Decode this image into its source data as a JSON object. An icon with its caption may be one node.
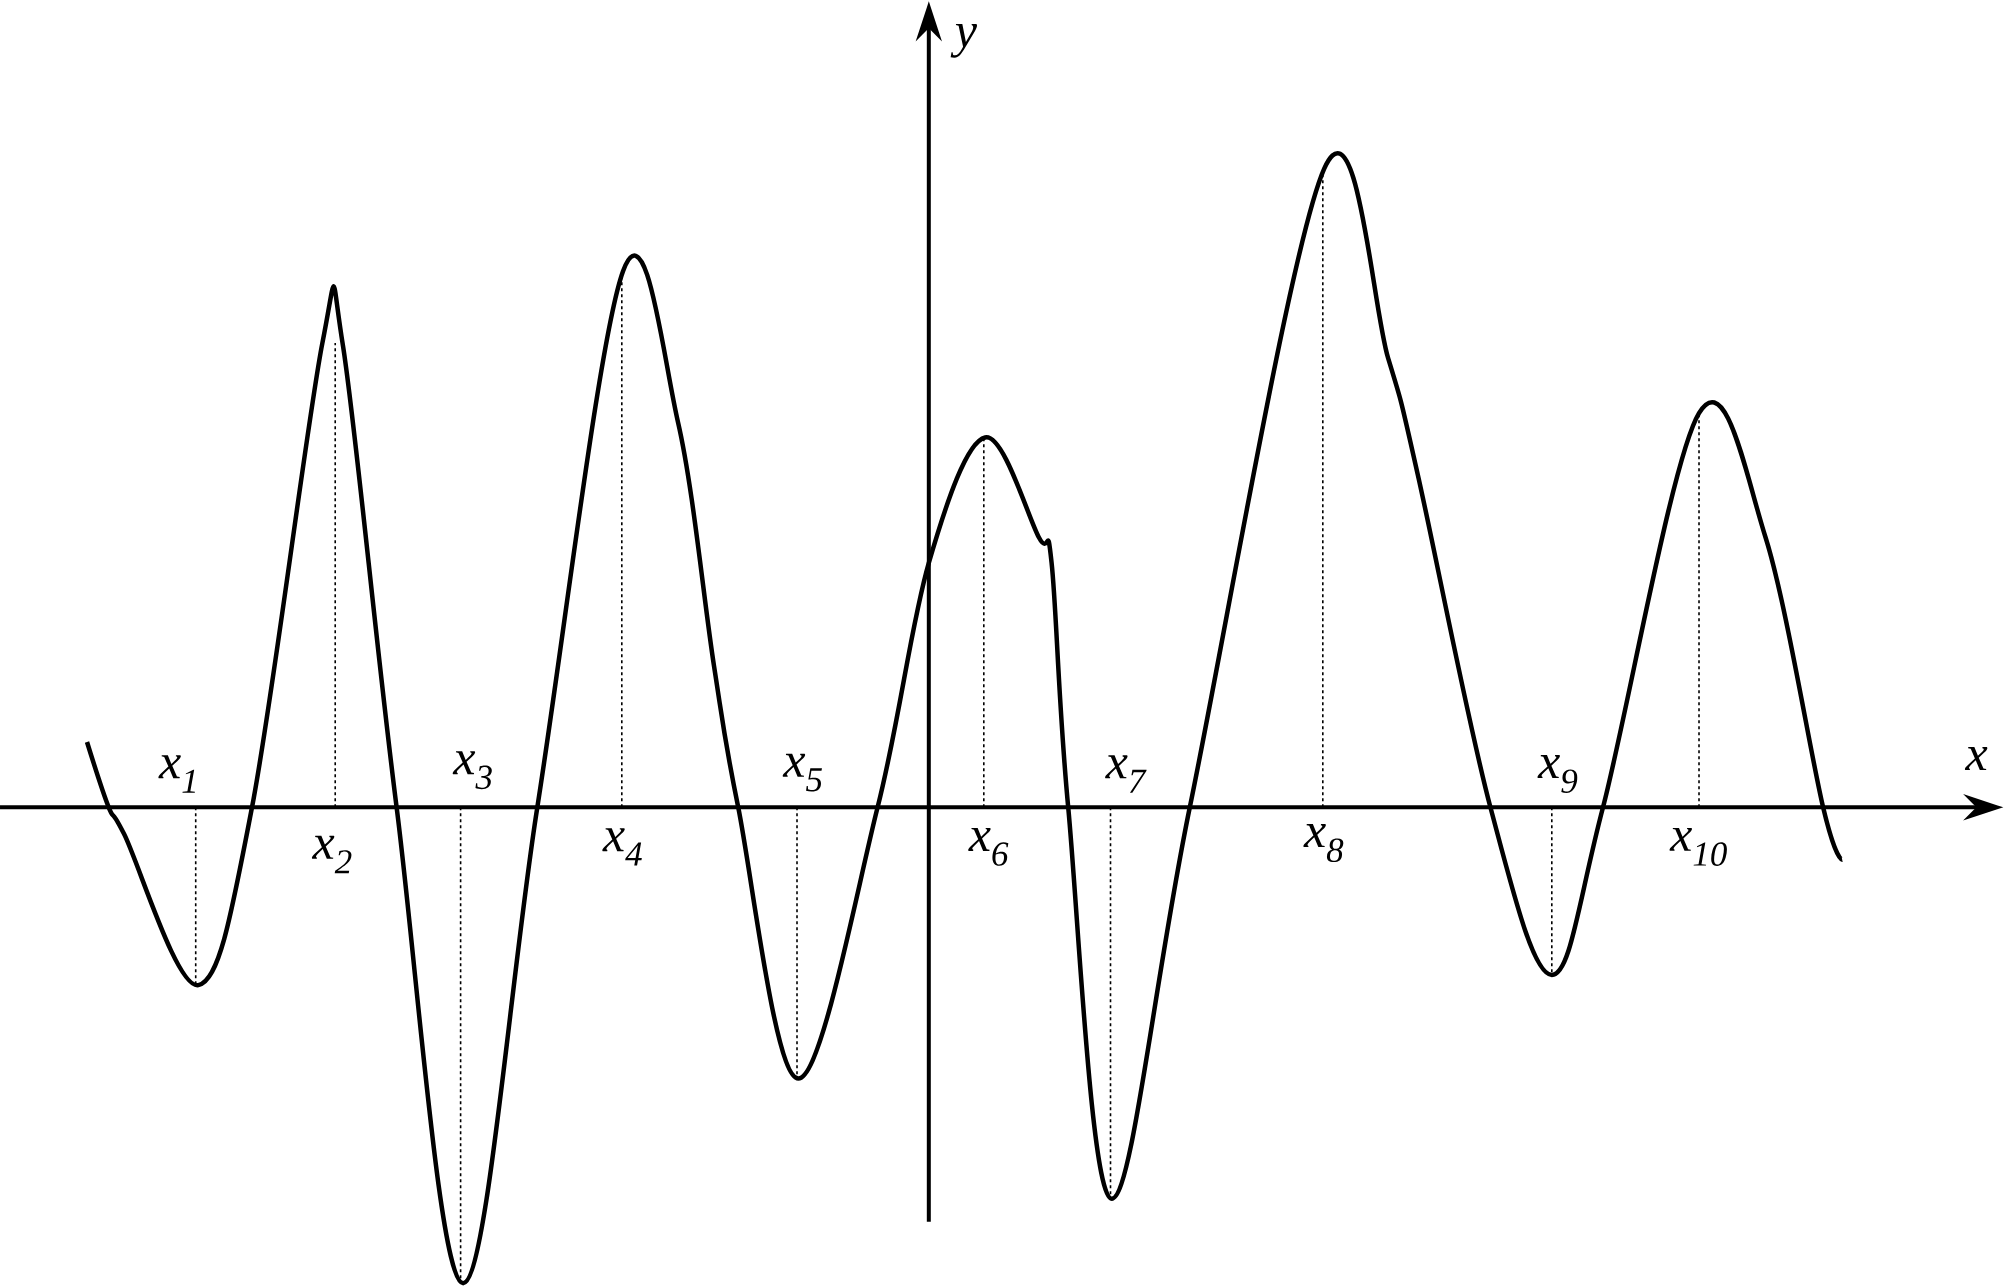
{
  "diagram": {
    "labels": [
      "y",
      "x",
      "x$_{1}$",
      "x$_{2}$",
      "x$_{3}$",
      "x$_{4}$",
      "x$_{5}$",
      "x$_{6}$",
      "x$_{7}$",
      "x$_{8}$",
      "x$_{9}$",
      "x$_{10}$"
    ]
  }
}
